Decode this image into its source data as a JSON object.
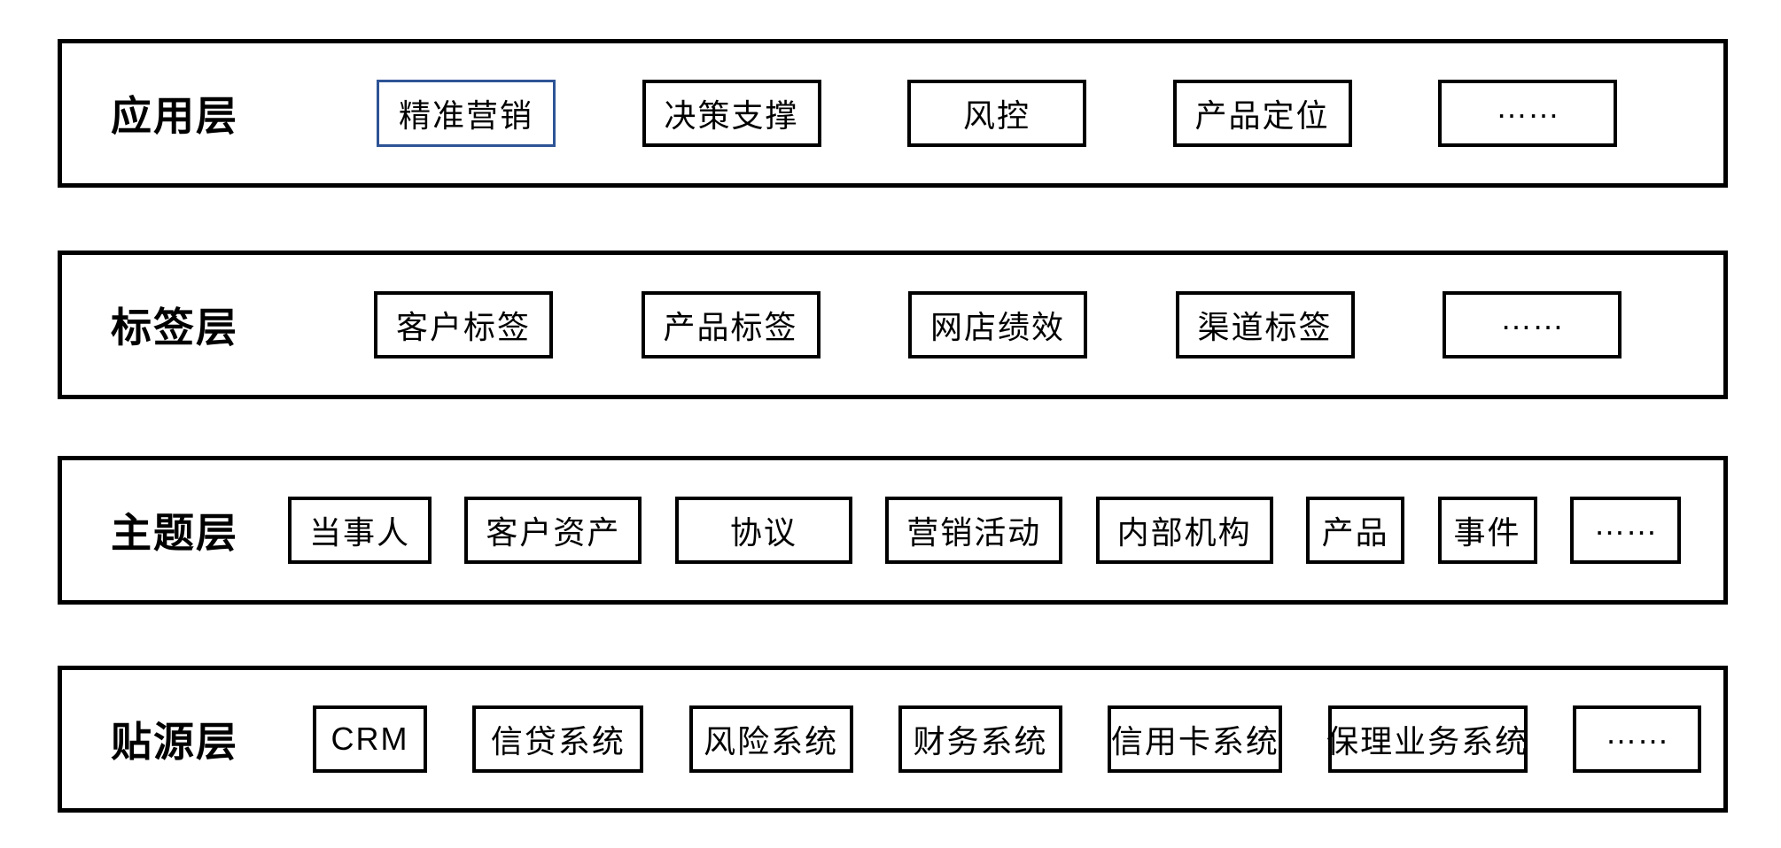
{
  "diagram": {
    "background_color": "#FFFFFF",
    "border_color": "#000000",
    "text_color": "#000000",
    "highlight_border_color": "#2E5496",
    "layers": [
      {
        "title": "应用层",
        "boxes": [
          {
            "label": "精准营销",
            "highlighted": true
          },
          {
            "label": "决策支撑"
          },
          {
            "label": "风控"
          },
          {
            "label": "产品定位"
          },
          {
            "label": "……"
          }
        ]
      },
      {
        "title": "标签层",
        "boxes": [
          {
            "label": "客户标签"
          },
          {
            "label": "产品标签"
          },
          {
            "label": "网店绩效"
          },
          {
            "label": "渠道标签"
          },
          {
            "label": "……"
          }
        ]
      },
      {
        "title": "主题层",
        "boxes": [
          {
            "label": "当事人"
          },
          {
            "label": "客户资产"
          },
          {
            "label": "协议"
          },
          {
            "label": "营销活动"
          },
          {
            "label": "内部机构"
          },
          {
            "label": "产品"
          },
          {
            "label": "事件"
          },
          {
            "label": "……"
          }
        ]
      },
      {
        "title": "贴源层",
        "boxes": [
          {
            "label": "CRM"
          },
          {
            "label": "信贷系统"
          },
          {
            "label": "风险系统"
          },
          {
            "label": "财务系统"
          },
          {
            "label": "信用卡系统"
          },
          {
            "label": "保理业务系统"
          },
          {
            "label": "……"
          }
        ]
      }
    ]
  }
}
